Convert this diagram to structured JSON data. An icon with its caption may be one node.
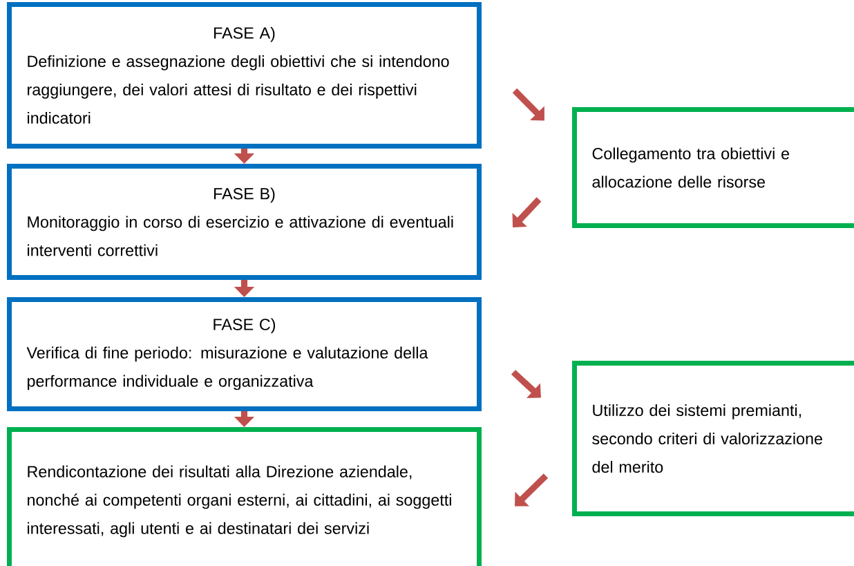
{
  "diagram": {
    "nodes": [
      {
        "text": [
          "FASE A)",
          "Definizione e assegnazione degli obiettivi che si intendono raggiungere, dei valori attesi di risultato e dei rispettivi indicatori"
        ]
      },
      {
        "text": [
          "Collegamento tra obiettivi e allocazione delle risorse"
        ]
      },
      {
        "text": [
          "FASE B)",
          "Monitoraggio in corso di esercizio e attivazione di eventuali interventi correttivi"
        ]
      },
      {
        "text": [
          "FASE C)",
          "Verifica di fine periodo: misurazione e valutazione della performance individuale e organizzativa"
        ]
      },
      {
        "text": [
          "Utilizzo dei sistemi premianti, secondo criteri di valorizzazione del merito"
        ]
      },
      {
        "text": [
          "Rendicontazione dei risultati alla Direzione aziendale, nonché ai competenti organi esterni, ai cittadini, ai soggetti interessati, agli utenti e ai destinatari dei servizi"
        ]
      }
    ],
    "edges": [
      {
        "from": 0,
        "to": 2,
        "arrow": "to"
      },
      {
        "from": 2,
        "to": 3,
        "arrow": "to"
      },
      {
        "from": 3,
        "to": 5,
        "arrow": "to"
      },
      {
        "from": 0,
        "to": 1,
        "arrow": "to"
      },
      {
        "from": 1,
        "to": 2,
        "arrow": "to"
      },
      {
        "from": 3,
        "to": 4,
        "arrow": "to"
      },
      {
        "from": 4,
        "to": 5,
        "arrow": "to"
      }
    ]
  }
}
